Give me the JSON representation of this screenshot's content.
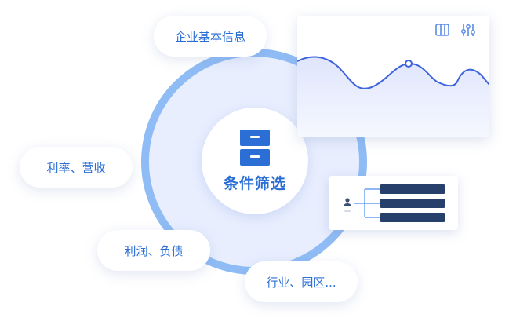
{
  "center": {
    "label": "条件筛选",
    "icon": "cabinet-icon"
  },
  "pills": {
    "company_info": "企业基本信息",
    "rate_revenue": "利率、营收",
    "profit_debt": "利润、负债",
    "industry_park": "行业、园区..."
  },
  "chart_card": {
    "icons": [
      "columns-icon",
      "sliders-icon"
    ],
    "line_color": "#3d63dd"
  },
  "tree_card": {
    "root_icon": "person-icon",
    "nodes": [
      "",
      "",
      ""
    ]
  },
  "colors": {
    "accent": "#2b6fd6",
    "ring": "#8fbcf5",
    "ring_fill": "#e8eefe",
    "node": "#27406b"
  }
}
